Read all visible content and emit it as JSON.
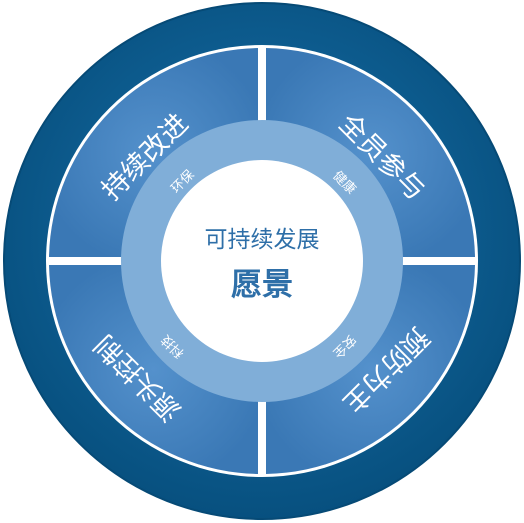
{
  "colors": {
    "outer_ring": "#0a5d93",
    "quadrant": "#3f7fbd",
    "inner_ring": "#80aed8",
    "center": "#ffffff",
    "center_text": "#2e6fa8"
  },
  "center": {
    "title": "可持续发展",
    "subtitle": "愿景"
  },
  "quadrants": {
    "top_left": "持续改进",
    "top_right": "全员参与",
    "bottom_left": "源头控制",
    "bottom_right": "预防为主"
  },
  "ring": {
    "top_left": "环保",
    "top_right": "健康",
    "bottom_left": "科技",
    "bottom_right": "安全"
  }
}
